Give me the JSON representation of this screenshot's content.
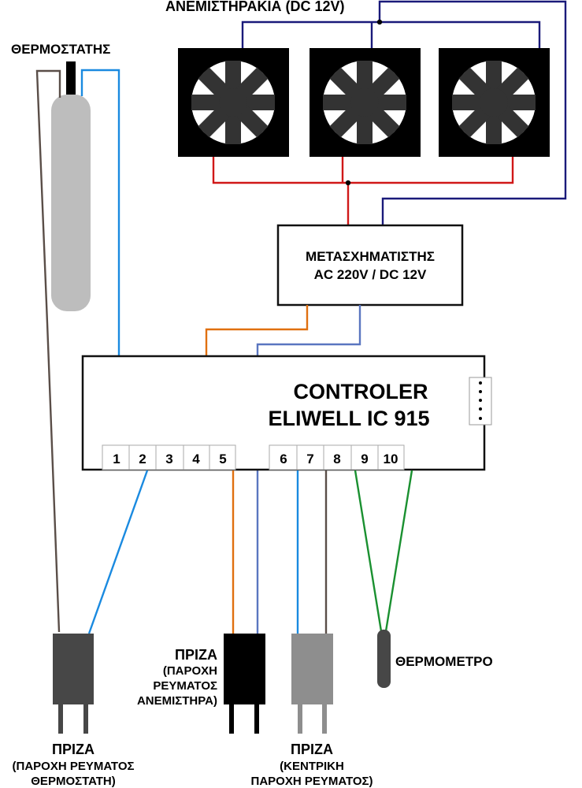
{
  "title_fans": "ΑΝΕΜΙΣΤΗΡΑΚΙΑ (DC 12V)",
  "thermostat": {
    "label": "ΘΕΡΜΟΣΤΑΤΗΣ"
  },
  "transformer": {
    "line1": "ΜΕΤΑΣΧΗΜΑΤΙΣΤΗΣ",
    "line2": "AC 220V / DC 12V"
  },
  "controller": {
    "line1": "CONTROLER",
    "line2": "ELIWELL IC 915",
    "terminals_left": [
      "1",
      "2",
      "3",
      "4",
      "5"
    ],
    "terminals_right": [
      "6",
      "7",
      "8",
      "9",
      "10"
    ]
  },
  "plug_thermostat": {
    "title": "ΠΡΙΖΑ",
    "line1": "(ΠΑΡΟΧΗ ΡΕΥΜΑΤΟΣ",
    "line2": "ΘΕΡΜΟΣΤΑΤΗ)"
  },
  "plug_fans": {
    "title": "ΠΡΙΖΑ",
    "line1": "(ΠΑΡΟΧΗ",
    "line2": "ΡΕΥΜΑΤΟΣ",
    "line3": "ΑΝΕΜΙΣΤΗΡΑ)"
  },
  "plug_main": {
    "title": "ΠΡΙΖΑ",
    "line1": "(ΚΕΝΤΡΙΚΗ",
    "line2": "ΠΑΡΟΧΗ ΡΕΥΜΑΤΟΣ)"
  },
  "thermometer": {
    "label": "ΘΕΡΜΟΜΕΤΡΟ"
  },
  "colors": {
    "wire_navy": "#1a1a7a",
    "wire_red": "#d01818",
    "wire_blue": "#1a8ae0",
    "wire_orange": "#e07010",
    "wire_slate": "#5a76c0",
    "wire_brown": "#5a4e48",
    "wire_green": "#1a9030"
  }
}
